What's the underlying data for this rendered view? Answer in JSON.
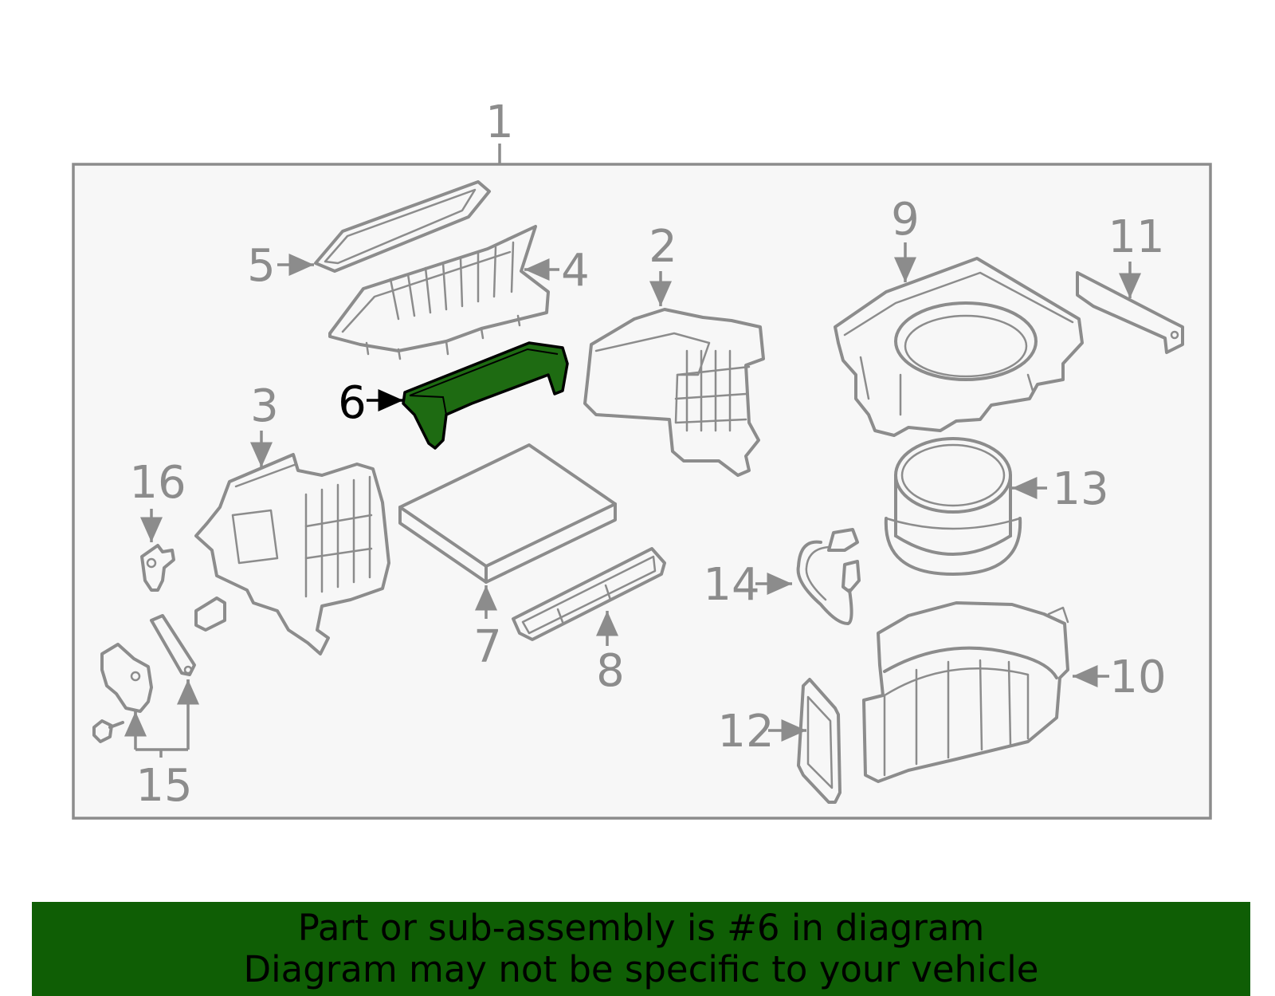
{
  "diagram": {
    "callouts": {
      "c1": "1",
      "c2": "2",
      "c3": "3",
      "c4": "4",
      "c5": "5",
      "c6": "6",
      "c7": "7",
      "c8": "8",
      "c9": "9",
      "c10": "10",
      "c11": "11",
      "c12": "12",
      "c13": "13",
      "c14": "14",
      "c15": "15",
      "c16": "16"
    },
    "highlighted_part": "6",
    "highlight_color": "#1e6b12",
    "line_color": "#8c8c8c",
    "frame_fill": "#f7f7f7"
  },
  "banner": {
    "line1": "Part or sub-assembly is #6 in diagram",
    "line2": "Diagram may not be specific to your vehicle",
    "color": "#0f5e05"
  }
}
